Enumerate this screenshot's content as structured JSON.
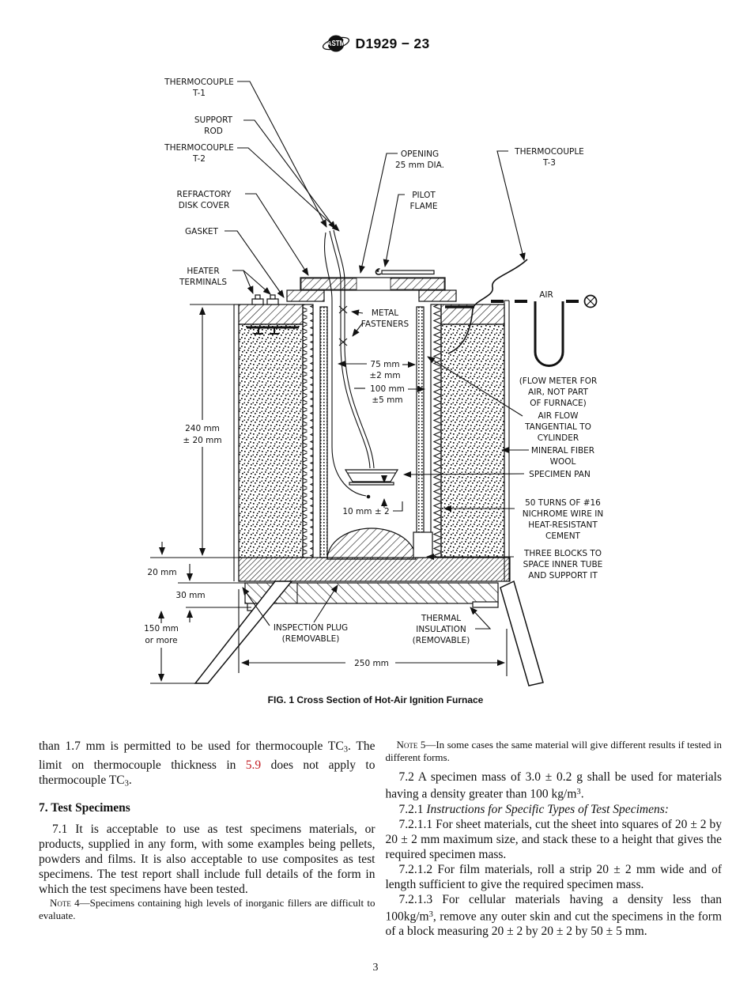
{
  "header": {
    "logo_text": "ASTM",
    "designation": "D1929 − 23"
  },
  "figure": {
    "caption": "FIG. 1  Cross Section of Hot-Air Ignition Furnace",
    "labels": {
      "thermocouple_t1": [
        "THERMOCOUPLE",
        "T-1"
      ],
      "support_rod": [
        "SUPPORT",
        "ROD"
      ],
      "thermocouple_t2": [
        "THERMOCOUPLE",
        "T-2"
      ],
      "refractory_disk_cover": [
        "REFRACTORY",
        "DISK COVER"
      ],
      "gasket": [
        "GASKET"
      ],
      "heater_terminals": [
        "HEATER",
        "TERMINALS"
      ],
      "opening": [
        "OPENING",
        "25 mm DIA."
      ],
      "pilot_flame": [
        "PILOT",
        "FLAME"
      ],
      "thermocouple_t3": [
        "THERMOCOUPLE",
        "T-3"
      ],
      "air": [
        "AIR"
      ],
      "flow_meter": [
        "(FLOW METER FOR",
        "AIR, NOT PART",
        "OF FURNACE)"
      ],
      "air_flow": [
        "AIR FLOW",
        "TANGENTIAL TO",
        "CYLINDER"
      ],
      "mineral_fiber_wool": [
        "MINERAL FIBER",
        "WOOL"
      ],
      "specimen_pan": [
        "SPECIMEN PAN"
      ],
      "metal_fasteners": [
        "METAL",
        "FASTENERS"
      ],
      "nichrome": [
        "50 TURNS OF #16",
        "NICHROME WIRE IN",
        "HEAT-RESISTANT",
        "CEMENT"
      ],
      "three_blocks": [
        "THREE BLOCKS TO",
        "SPACE INNER TUBE",
        "AND SUPPORT IT"
      ],
      "inspection_plug": [
        "INSPECTION PLUG",
        "(REMOVABLE)"
      ],
      "thermal_insulation": [
        "THERMAL",
        "INSULATION",
        "(REMOVABLE)"
      ],
      "dim_75": [
        "75 mm",
        "±2 mm"
      ],
      "dim_100": [
        "100 mm",
        "±5 mm"
      ],
      "dim_10": [
        "10 mm ± 2"
      ],
      "dim_240": [
        "240 mm",
        "± 20 mm"
      ],
      "dim_20": [
        "20 mm"
      ],
      "dim_30": [
        "30 mm"
      ],
      "dim_150": [
        "150 mm",
        "or more"
      ],
      "dim_250": [
        "250 mm"
      ]
    }
  },
  "body": {
    "left": {
      "p1": [
        "than 1.7 mm is permitted to be used for thermocouple TC",
        "3",
        ". The limit on thermocouple thickness in ",
        "5.9",
        " does not apply to thermocouple TC",
        "3",
        "."
      ],
      "heading": "7.  Test Specimens",
      "p71": "7.1 It is acceptable to use as test specimens materials, or products, supplied in any form, with some examples being pellets, powders and films. It is also acceptable to use composites as test specimens. The test report shall include full details of the form in which the test specimens have been tested.",
      "note4_label": "Note",
      "note4_text": " 4—Specimens containing high levels of inorganic fillers are difficult to evaluate."
    },
    "right": {
      "note5_label": "Note",
      "note5_text": " 5—In some cases the same material will give different results if tested in different forms.",
      "p72": [
        "7.2 A specimen mass of 3.0 ± 0.2 g shall be used for materials having a density greater than 100 kg/m",
        "3",
        "."
      ],
      "p721": [
        "7.2.1 ",
        "Instructions for Specific Types of Test Specimens:"
      ],
      "p7211": "7.2.1.1 For sheet materials, cut the sheet into squares of 20 ± 2 by 20 ± 2 mm maximum size, and stack these to a height that gives the required specimen mass.",
      "p7212": "7.2.1.2 For film materials, roll a strip 20 ± 2 mm wide and of length sufficient to give the required specimen mass.",
      "p7213": [
        "7.2.1.3 For cellular materials having a density less than 100kg/m",
        "3",
        ", remove any outer skin and cut the specimens in the form of a block measuring 20 ± 2 by 20 ± 2 by 50 ± 5 mm."
      ]
    }
  },
  "footer": {
    "page_number": "3"
  },
  "colors": {
    "xref": "#c32027",
    "ink": "#111111"
  }
}
